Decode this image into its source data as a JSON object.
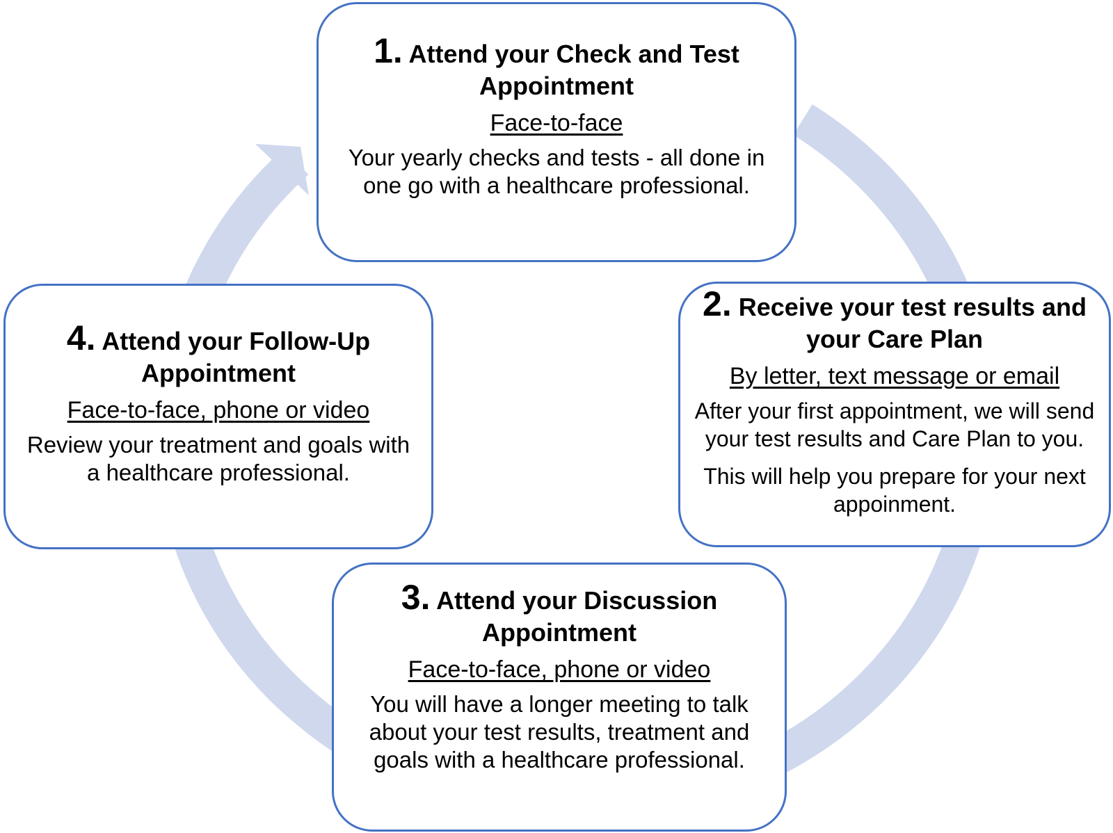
{
  "colors": {
    "ring": "#d0d8ee",
    "box_border": "#4472c4",
    "text": "#000000",
    "background": "#ffffff"
  },
  "steps": [
    {
      "number": "1.",
      "title": "Attend your Check and Test Appointment",
      "mode": "Face-to-face",
      "text": "Your yearly checks and tests - all done in one go with a healthcare professional."
    },
    {
      "number": "2.",
      "title": "Receive your test results and your Care Plan",
      "mode": "By letter, text message or email",
      "text": "After your first appointment, we will send your test results and Care Plan to you.",
      "text_2": "This will help you prepare for your next appoinment."
    },
    {
      "number": "3.",
      "title": "Attend your Discussion Appointment",
      "mode": "Face-to-face, phone or video",
      "text": "You will have a longer meeting to talk about your test results, treatment and goals with a healthcare professional."
    },
    {
      "number": "4.",
      "title": "Attend your Follow-Up Appointment",
      "mode": "Face-to-face, phone or video",
      "text": "Review your treatment and goals with a healthcare professional."
    }
  ]
}
